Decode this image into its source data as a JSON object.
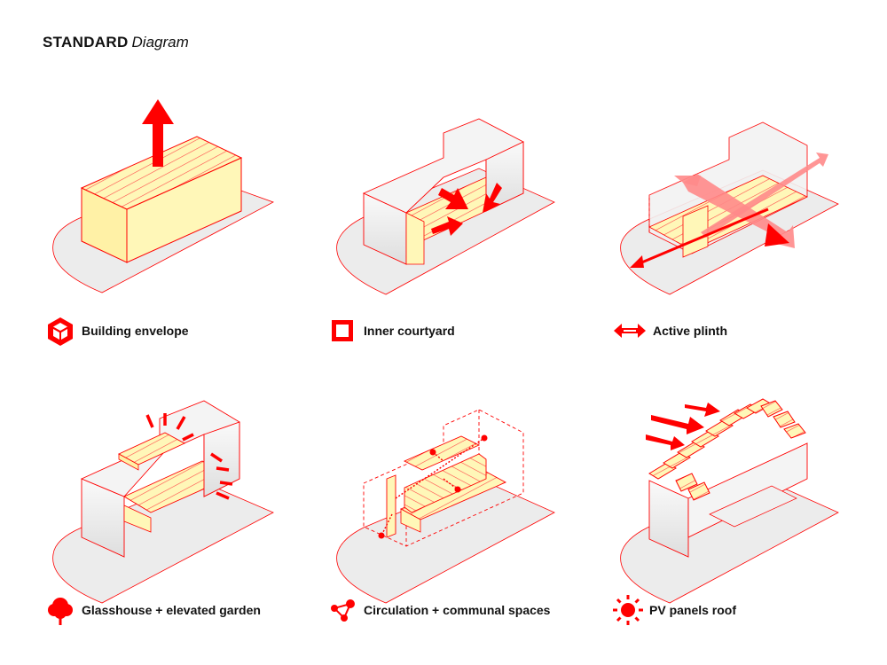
{
  "header": {
    "title_bold": "STANDARD",
    "title_italic": "Diagram"
  },
  "colors": {
    "accent": "#ff0000",
    "hatch_fill": "#fff7b8",
    "base": "#ececec",
    "wall": "#f4f4f4",
    "arrow_light": "#ff8a8a"
  },
  "legend": [
    {
      "icon": "cube-icon",
      "label": "Building envelope"
    },
    {
      "icon": "square-outline-icon",
      "label": "Inner courtyard"
    },
    {
      "icon": "double-arrow-icon",
      "label": "Active plinth"
    },
    {
      "icon": "tree-icon",
      "label": "Glasshouse + elevated garden"
    },
    {
      "icon": "network-icon",
      "label": "Circulation + communal spaces"
    },
    {
      "icon": "sun-icon",
      "label": "PV panels roof"
    }
  ]
}
